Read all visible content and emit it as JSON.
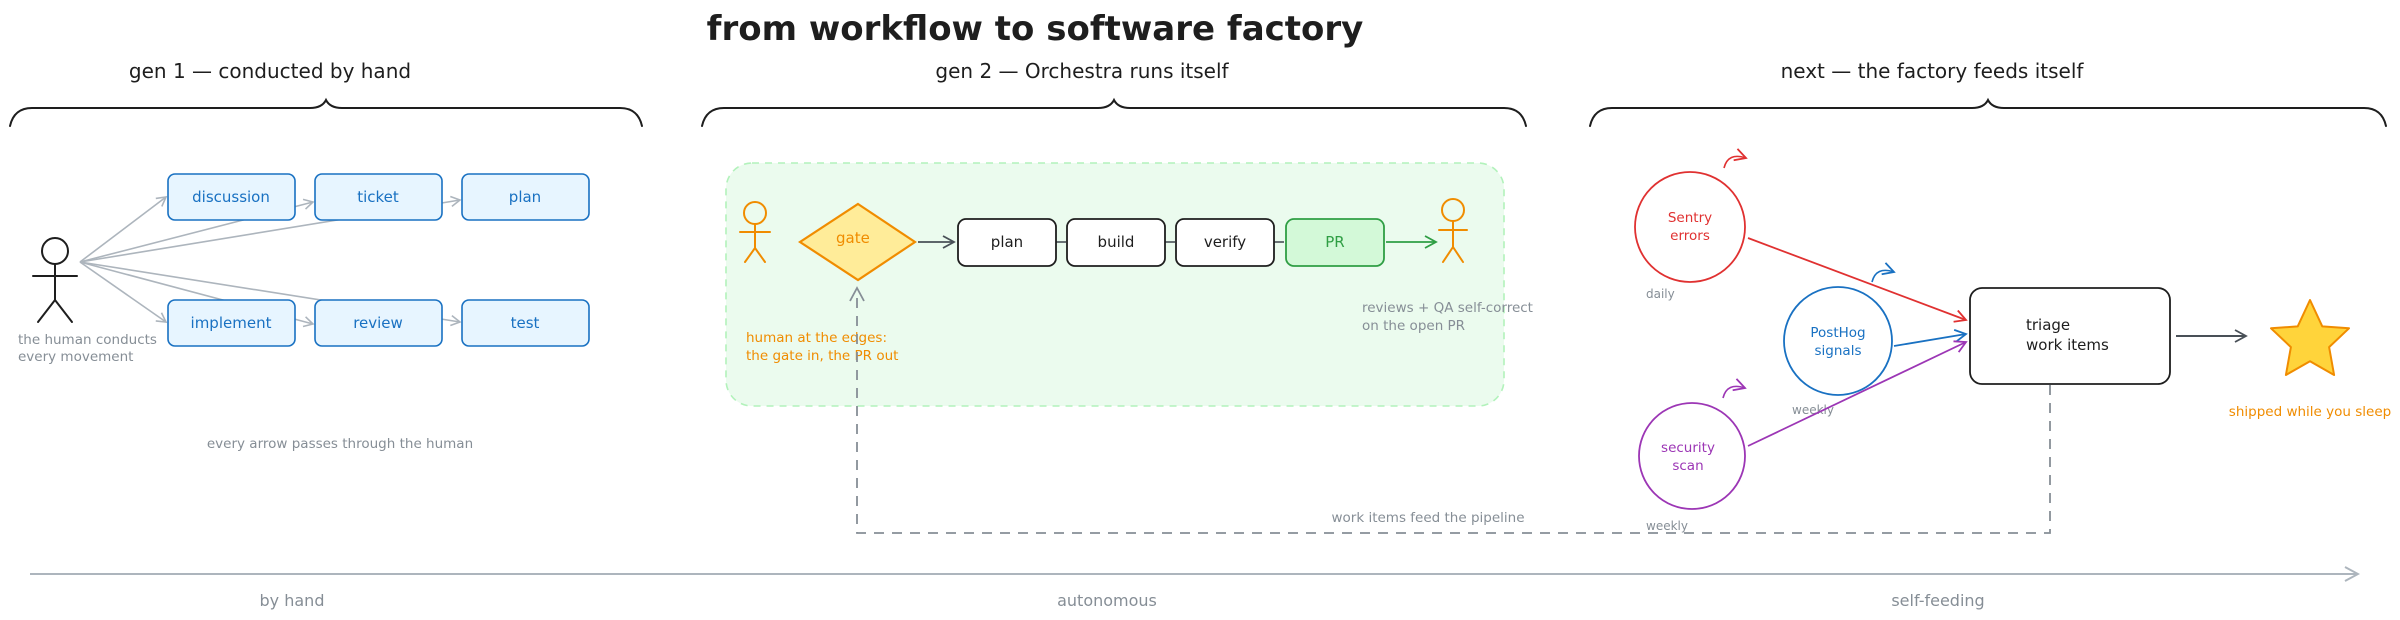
{
  "title": "from workflow to software factory",
  "colors": {
    "ink": "#1e1e1e",
    "gray": "#868e96",
    "blue_stroke": "#1971c2",
    "blue_fill": "#e7f5ff",
    "orange": "#f08c00",
    "orange_fill": "#ffec99",
    "green_stroke": "#2f9e44",
    "green_fill": "#ebfbee",
    "red": "#e03131",
    "purple": "#9c36b5"
  },
  "sections": {
    "gen1": "gen 1 — conducted by hand",
    "gen2": "gen 2 — Orchestra runs itself",
    "next": "next — the factory feeds itself"
  },
  "gen1": {
    "top_nodes": [
      "discussion",
      "ticket",
      "plan"
    ],
    "bottom_nodes": [
      "implement",
      "review",
      "test"
    ],
    "human_caption": [
      "the human conducts",
      "every movement"
    ],
    "footer": "every arrow passes through the human"
  },
  "gen2": {
    "gate": "gate",
    "steps": [
      "plan",
      "build",
      "verify",
      "PR"
    ],
    "left_note": [
      "human at the edges:",
      "the gate in, the PR out"
    ],
    "right_note": [
      "reviews + QA self-correct",
      "on the open PR"
    ],
    "feedback_label": "work items feed the pipeline"
  },
  "next": {
    "sources": [
      {
        "label": [
          "Sentry",
          "errors"
        ],
        "cadence": "daily"
      },
      {
        "label": [
          "PostHog",
          "signals"
        ],
        "cadence": "weekly"
      },
      {
        "label": [
          "security",
          "scan"
        ],
        "cadence": "weekly"
      }
    ],
    "triage": [
      "triage",
      "work items"
    ],
    "star_caption": "shipped while you sleep"
  },
  "axis": {
    "labels": [
      "by hand",
      "autonomous",
      "self-feeding"
    ]
  }
}
